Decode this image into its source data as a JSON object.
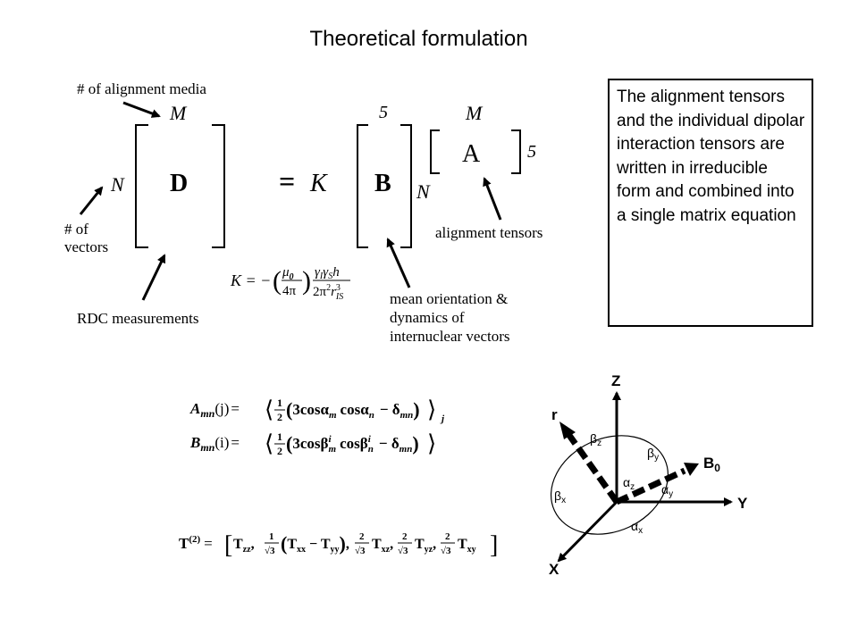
{
  "title": "Theoretical formulation",
  "description": "The alignment tensors and the individual dipolar interaction tensors are written in irreducible form and combined into a single matrix equation",
  "matrix_equation": {
    "D": "D",
    "equals": "=",
    "K": "K",
    "B": "B",
    "A": "A",
    "M_top_D": "M",
    "N_left_D": "N",
    "five_top_B": "5",
    "N_right_B": "N",
    "M_top_A": "M",
    "five_right_A": "5"
  },
  "annotations": {
    "alignment_media": "# of alignment media",
    "vectors_line1": "# of",
    "vectors_line2": "vectors",
    "rdc": "RDC measurements",
    "alignment_tensors": "alignment tensors",
    "mean_orientation_line1": "mean orientation &",
    "mean_orientation_line2": "dynamics of",
    "mean_orientation_line3": "internuclear vectors"
  },
  "k_formula": {
    "lhs": "K = −",
    "mu0": "μ",
    "mu0_sub": "0",
    "four_pi": "4π",
    "gamma_num": "γ",
    "gamma_sub_I": "I",
    "gamma_sub_S": "S",
    "h": "h",
    "den": "2π",
    "den_sup": "2",
    "r": "r",
    "r_sup": "3",
    "r_sub": "IS"
  },
  "equations": {
    "A_lhs": "A",
    "A_sub": "mn",
    "A_arg": "(j)",
    "A_rhs": "3cosα",
    "A_m": "m",
    "A_cos": "cosα",
    "A_n": "n",
    "A_delta": "− δ",
    "A_delta_sub": "mn",
    "A_avg_sub": "j",
    "B_lhs": "B",
    "B_sub": "mn",
    "B_arg": "(i)",
    "B_rhs": "3cosβ",
    "B_m": "m",
    "B_i1": "i",
    "B_cos": "cosβ",
    "B_n": "n",
    "B_i2": "i",
    "B_delta": "− δ",
    "B_delta_sub": "mn",
    "half_num": "1",
    "half_den": "2",
    "T_lhs": "T",
    "T_sup": "(2)",
    "T_eq": "=",
    "T_zz": "T",
    "T_zz_sub": "zz",
    "T_f1_num": "1",
    "T_f1_den": "√3",
    "T_xx": "T",
    "T_xx_sub": "xx",
    "T_minus": "− T",
    "T_yy_sub": "yy",
    "T_f2_num": "2",
    "T_f2_den": "√3",
    "T_xz": "T",
    "T_xz_sub": "xz",
    "T_yz": "T",
    "T_yz_sub": "yz",
    "T_xy": "T",
    "T_xy_sub": "xy"
  },
  "axes_diagram": {
    "Z": "Z",
    "Y": "Y",
    "X": "X",
    "r": "r",
    "B0": "B",
    "B0_sub": "0",
    "beta_z": "β",
    "beta_z_sub": "z",
    "beta_y": "β",
    "beta_y_sub": "y",
    "beta_x": "β",
    "beta_x_sub": "x",
    "alpha_z": "α",
    "alpha_z_sub": "z",
    "alpha_y": "α",
    "alpha_y_sub": "y",
    "alpha_x": "α",
    "alpha_x_sub": "x"
  }
}
